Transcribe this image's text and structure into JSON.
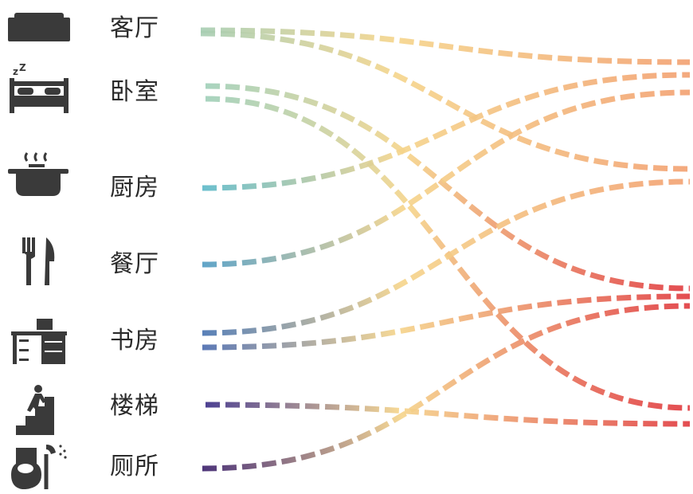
{
  "rooms": [
    {
      "id": "living",
      "label": "客厅",
      "icon": "sofa-icon"
    },
    {
      "id": "bedroom",
      "label": "卧室",
      "icon": "bed-sleeping-icon"
    },
    {
      "id": "kitchen",
      "label": "厨房",
      "icon": "cooking-pot-icon"
    },
    {
      "id": "dining",
      "label": "餐厅",
      "icon": "fork-knife-icon"
    },
    {
      "id": "study",
      "label": "书房",
      "icon": "desk-icon"
    },
    {
      "id": "stairs",
      "label": "楼梯",
      "icon": "person-climbing-stairs-icon"
    },
    {
      "id": "restroom",
      "label": "厕所",
      "icon": "toilet-icon"
    }
  ],
  "gradient_colors": [
    "#8ccbb0",
    "#f5d48a",
    "#f2a070",
    "#e0393e"
  ]
}
